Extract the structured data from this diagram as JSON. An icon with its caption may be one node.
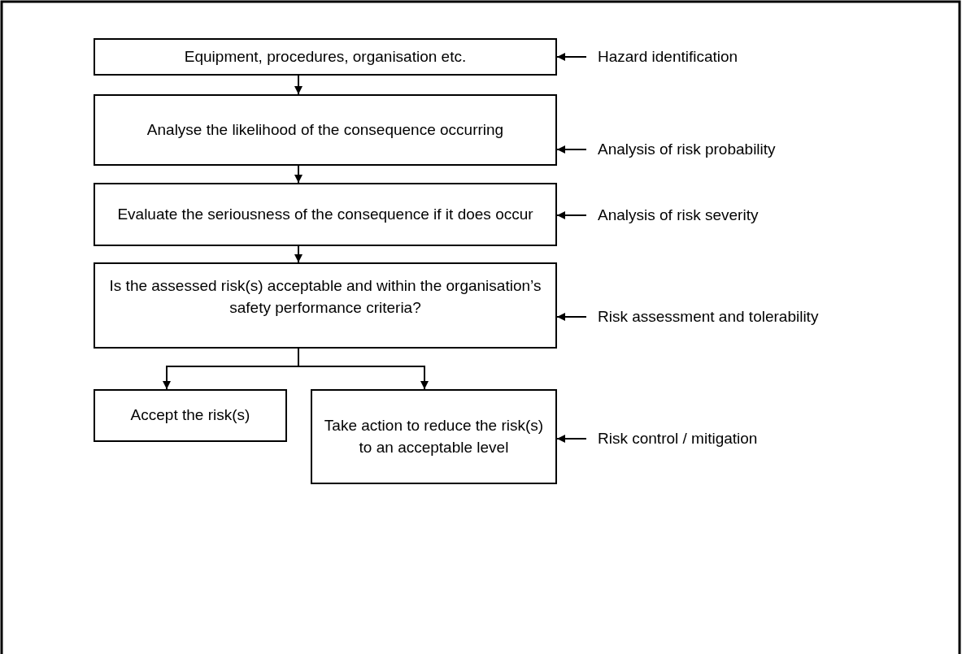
{
  "diagram": {
    "nodes": [
      {
        "text": [
          "Equipment, procedures, organisation etc."
        ]
      },
      {
        "text": [
          "Analyse the likelihood of the consequence occurring"
        ]
      },
      {
        "text": [
          "Evaluate the seriousness of the consequence if it does occur"
        ]
      },
      {
        "text": [
          "Is the assessed risk(s) acceptable and within the organisation’s safety performance criteria?"
        ]
      },
      {
        "text": [
          "Accept the risk(s)"
        ]
      },
      {
        "text": [
          "Take action to reduce the risk(s) to an acceptable level"
        ]
      },
      {
        "text": [
          "Hazard identification"
        ]
      },
      {
        "text": [
          "Analysis of risk probability"
        ]
      },
      {
        "text": [
          "Analysis of risk severity"
        ]
      },
      {
        "text": [
          "Risk assessment and tolerability"
        ]
      },
      {
        "text": [
          "Risk control / mitigation"
        ]
      }
    ],
    "edges": [
      {
        "from": 0,
        "to": 1,
        "arrow": "to"
      },
      {
        "from": 1,
        "to": 2,
        "arrow": "to"
      },
      {
        "from": 2,
        "to": 3,
        "arrow": "to"
      },
      {
        "from": 3,
        "to": 4,
        "arrow": "to"
      },
      {
        "from": 3,
        "to": 5,
        "arrow": "to"
      },
      {
        "from": 6,
        "to": 0,
        "arrow": "to"
      },
      {
        "from": 7,
        "to": 1,
        "arrow": "to"
      },
      {
        "from": 8,
        "to": 2,
        "arrow": "to"
      },
      {
        "from": 9,
        "to": 3,
        "arrow": "to"
      },
      {
        "from": 10,
        "to": 5,
        "arrow": "to"
      }
    ]
  }
}
